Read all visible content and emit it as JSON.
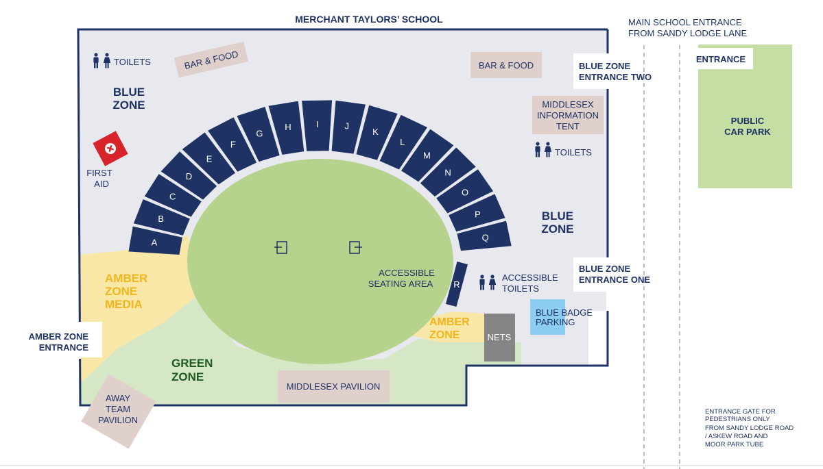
{
  "title": "MERCHANT TAYLORS’ SCHOOL",
  "main_entrance": [
    "MAIN SCHOOL ENTRANCE",
    "FROM SANDY LODGE LANE"
  ],
  "car_park": {
    "entrance": "ENTRANCE",
    "label": [
      "PUBLIC",
      "CAR PARK"
    ]
  },
  "pedestrian_note": [
    "ENTRANCE GATE FOR",
    "PEDESTRIANS ONLY",
    "FROM SANDY LODGE ROAD",
    "/ ASKEW ROAD AND",
    "MOOR PARK TUBE"
  ],
  "zones": {
    "blue_left": [
      "BLUE",
      "ZONE"
    ],
    "blue_right": [
      "BLUE",
      "ZONE"
    ],
    "amber_media": [
      "AMBER",
      "ZONE",
      "MEDIA"
    ],
    "amber_small": [
      "AMBER",
      "ZONE"
    ],
    "green": [
      "GREEN",
      "ZONE"
    ]
  },
  "entrances": {
    "blue_two": [
      "BLUE ZONE",
      "ENTRANCE TWO"
    ],
    "blue_one": [
      "BLUE ZONE",
      "ENTRANCE ONE"
    ],
    "amber": [
      "AMBER ZONE",
      "ENTRANCE"
    ]
  },
  "facilities": {
    "toilets_left": "TOILETS",
    "toilets_right": "TOILETS",
    "accessible_toilets": [
      "ACCESSIBLE",
      "TOILETS"
    ],
    "bar_food_left": "BAR & FOOD",
    "bar_food_right": "BAR & FOOD",
    "info_tent": [
      "MIDDLESEX",
      "INFORMATION",
      "TENT"
    ],
    "first_aid": [
      "FIRST",
      "AID"
    ],
    "accessible_seating": [
      "ACCESSIBLE",
      "SEATING AREA"
    ],
    "blue_badge": [
      "BLUE BADGE",
      "PARKING"
    ],
    "nets": "NETS",
    "middlesex_pavilion": "MIDDLESEX PAVILION",
    "away_pavilion": [
      "AWAY",
      "TEAM",
      "PAVILION"
    ]
  },
  "stands": [
    "A",
    "B",
    "C",
    "D",
    "E",
    "F",
    "G",
    "H",
    "I",
    "J",
    "K",
    "L",
    "M",
    "N",
    "O",
    "P",
    "Q"
  ],
  "stand_r": "R",
  "colors": {
    "navy": "#1f3264",
    "blue_zone_bg": "#e7e9ee",
    "pitch": "#b5d38d",
    "green_zone": "#d6e7c6",
    "amber_zone": "#f8e7a7",
    "amber_text": "#f2b51b",
    "green_text": "#1d5a22",
    "pink_box": "#dfd0cc",
    "car_park": "#c4dea3",
    "blue_badge": "#8cccf0",
    "nets": "#858585",
    "first_aid": "#d7232a"
  }
}
